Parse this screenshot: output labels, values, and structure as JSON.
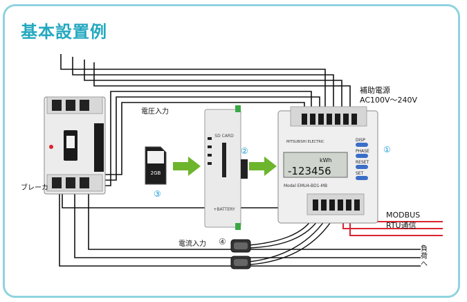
{
  "title": "基本設置例",
  "labels": {
    "aux_power": "補助電源",
    "aux_voltage": "AC100V～240V",
    "voltage_input": "電圧入力",
    "breaker": "ブレーカ",
    "current_input": "電流入力",
    "modbus": "MODBUS",
    "rtu": "RTU通信",
    "load": "負荷へ"
  },
  "markers": {
    "m1": "①",
    "m2": "②",
    "m3": "③",
    "m4": "④"
  },
  "meter": {
    "buttons": [
      "DISP",
      "PHASE",
      "RESET",
      "SET"
    ],
    "display_unit": "kWh",
    "display_value": "-123456",
    "model": "Model EMU4-BD1-MB",
    "brand": "MITSUBISHI ELECTRIC"
  },
  "sd_unit": {
    "slot_label": "SD CARD",
    "battery_label": "+BATTERY"
  },
  "sd_card": {
    "capacity": "2GB"
  },
  "colors": {
    "title": "#23a8bf",
    "frame": "#8fd3df",
    "arrow": "#6cb52d",
    "comm_wire": "#d9232f",
    "marker": "#1a9bd7"
  }
}
